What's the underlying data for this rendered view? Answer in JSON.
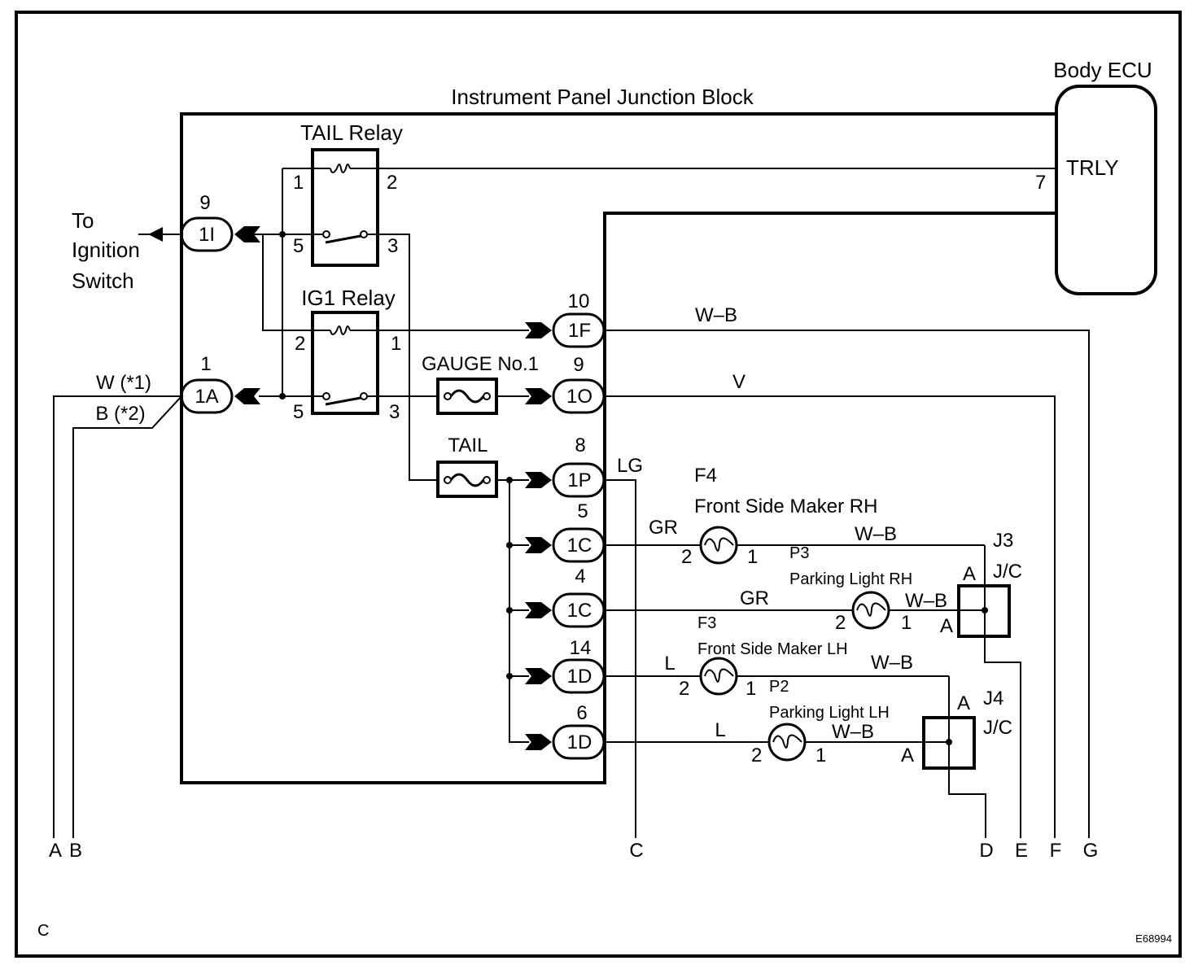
{
  "diagram": {
    "figure_id": "E68994",
    "corner_label": "C",
    "junction_block_title": "Instrument Panel Junction Block",
    "ecu": {
      "title": "Body ECU",
      "terminal_name": "TRLY",
      "pin": "7"
    },
    "ignition": {
      "line1": "To",
      "line2": "Ignition",
      "line3": "Switch"
    },
    "relays": [
      {
        "name": "TAIL Relay",
        "pins": [
          "1",
          "2",
          "5",
          "3"
        ]
      },
      {
        "name": "IG1 Relay",
        "pins": [
          "2",
          "1",
          "5",
          "3"
        ]
      }
    ],
    "fuses": [
      {
        "name": "GAUGE No.1"
      },
      {
        "name": "TAIL"
      }
    ],
    "connectors": [
      {
        "id": "1I",
        "pin": "9"
      },
      {
        "id": "1A",
        "pin": "1"
      },
      {
        "id": "1F",
        "pin": "10"
      },
      {
        "id": "1O",
        "pin": "9"
      },
      {
        "id": "1P",
        "pin": "8"
      },
      {
        "id": "1C",
        "pin": "5"
      },
      {
        "id": "1C",
        "pin": "4"
      },
      {
        "id": "1D",
        "pin": "14"
      },
      {
        "id": "1D",
        "pin": "6"
      }
    ],
    "wires": {
      "w1": "W (*1)",
      "b2": "B (*2)",
      "f_wb": "W–B",
      "o_v": "V",
      "p_lg": "LG",
      "c5_gr": "GR",
      "c5_wb": "W–B",
      "c4_gr": "GR",
      "c4_wb": "W–B",
      "d14_l": "L",
      "d14_wb": "W–B",
      "d6_l": "L",
      "d6_wb": "W–B"
    },
    "lamps": [
      {
        "code": "F4",
        "name": "Front Side Maker RH",
        "pin_in": "2",
        "pin_out": "1"
      },
      {
        "code": "P3",
        "name": "Parking Light RH",
        "pin_in": "2",
        "pin_out": "1"
      },
      {
        "code": "F3",
        "name": "Front Side Maker LH",
        "pin_in": "2",
        "pin_out": "1"
      },
      {
        "code": "P2",
        "name": "Parking Light LH",
        "pin_in": "2",
        "pin_out": "1"
      }
    ],
    "junction_connectors": [
      {
        "code": "J3",
        "type": "J/C",
        "pin_top": "A",
        "pin_left": "A"
      },
      {
        "code": "J4",
        "type": "J/C",
        "pin_top": "A",
        "pin_left": "A"
      }
    ],
    "terminals": [
      "A",
      "B",
      "C",
      "D",
      "E",
      "F",
      "G"
    ]
  }
}
